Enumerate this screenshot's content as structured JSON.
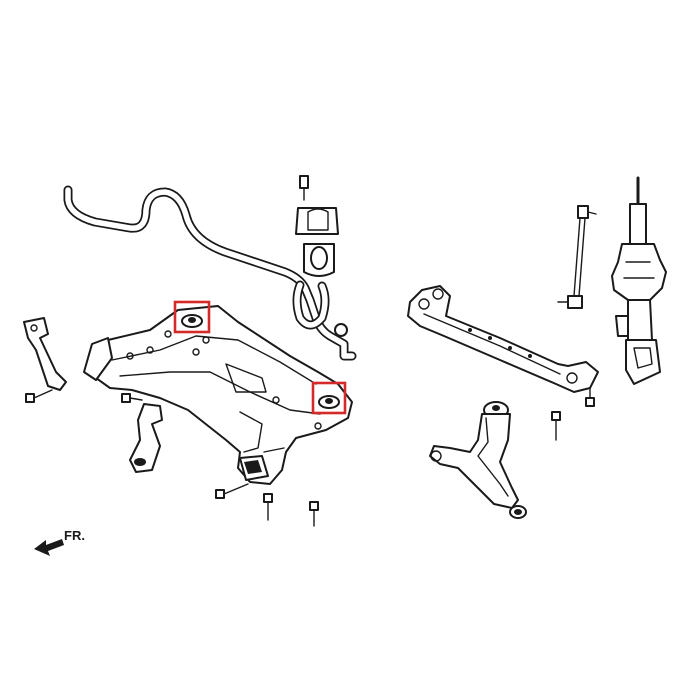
{
  "diagram": {
    "direction_label": "FR.",
    "highlight_color": "#d42a2a",
    "line_color": "#1a1a1a",
    "background": "#ffffff"
  },
  "parts": [
    {
      "name": "stabilizer-bar",
      "icon": "anti-roll-bar"
    },
    {
      "name": "stabilizer-bushing-bracket",
      "icon": "bracket"
    },
    {
      "name": "front-subframe",
      "icon": "crossmember"
    },
    {
      "name": "subframe-bushing-front",
      "highlighted": true
    },
    {
      "name": "subframe-bushing-rear",
      "highlighted": true
    },
    {
      "name": "rear-brace-plate",
      "icon": "brace"
    },
    {
      "name": "stabilizer-link",
      "icon": "link"
    },
    {
      "name": "strut-assembly",
      "icon": "strut"
    },
    {
      "name": "lower-control-arm",
      "icon": "control-arm"
    },
    {
      "name": "support-brackets",
      "icon": "bracket"
    },
    {
      "name": "bolts",
      "icon": "bolt"
    }
  ]
}
